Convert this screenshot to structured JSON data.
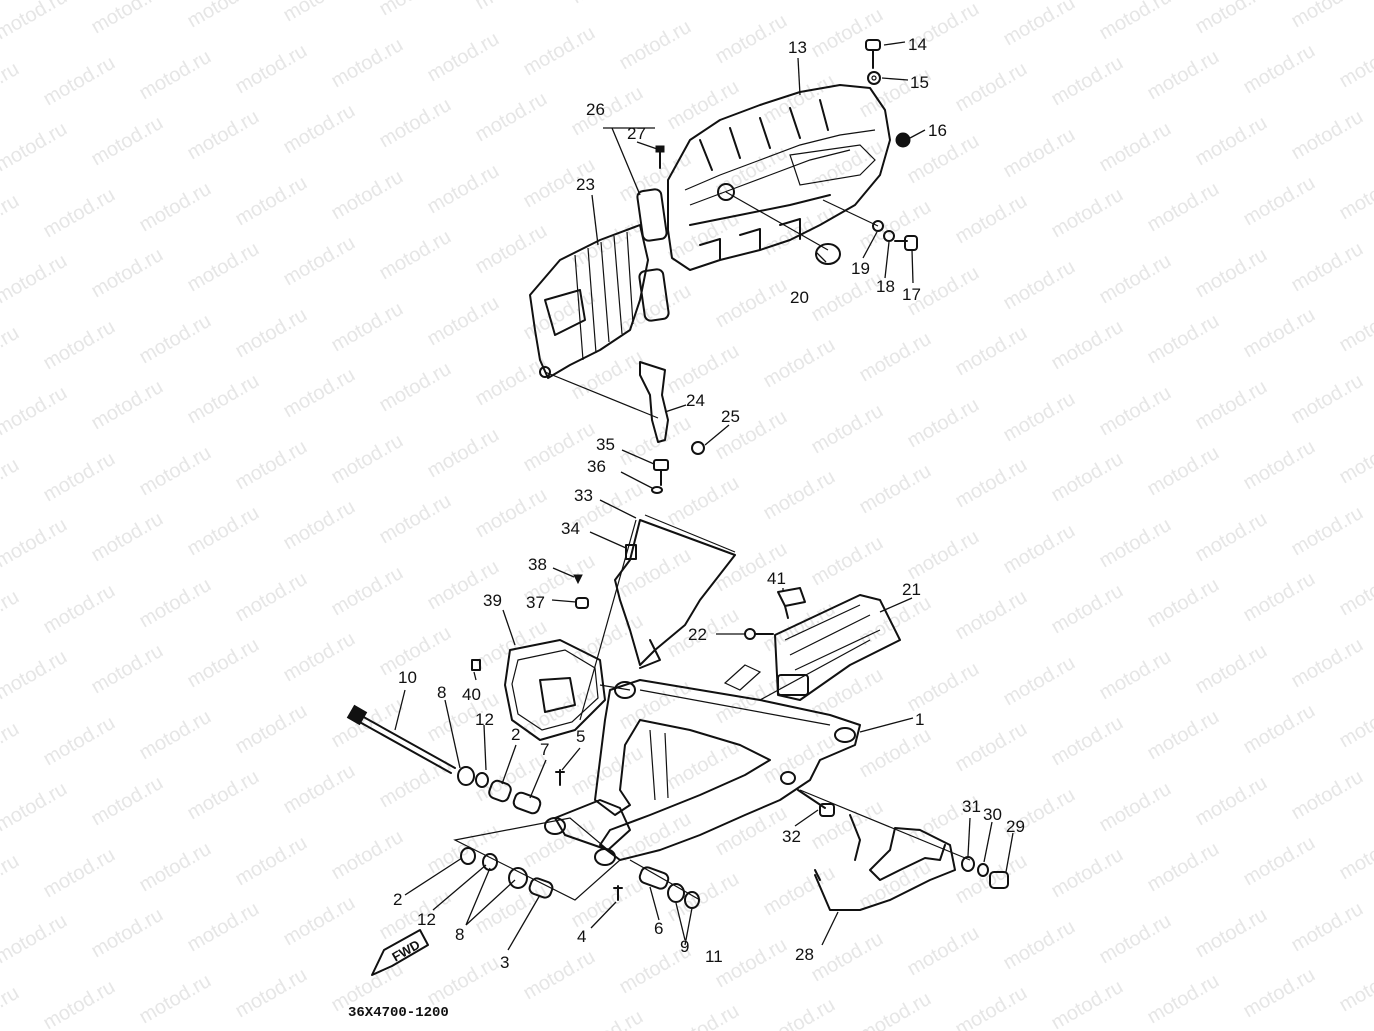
{
  "diagram": {
    "watermark_text": "motod.ru",
    "drawing_code": "36X4700-1200",
    "fwd_label": "FWD",
    "callouts": [
      {
        "id": "c1",
        "label": "1"
      },
      {
        "id": "c2a",
        "label": "2"
      },
      {
        "id": "c2b",
        "label": "2"
      },
      {
        "id": "c3",
        "label": "3"
      },
      {
        "id": "c4",
        "label": "4"
      },
      {
        "id": "c5",
        "label": "5"
      },
      {
        "id": "c6",
        "label": "6"
      },
      {
        "id": "c7",
        "label": "7"
      },
      {
        "id": "c8a",
        "label": "8"
      },
      {
        "id": "c8b",
        "label": "8"
      },
      {
        "id": "c9",
        "label": "9"
      },
      {
        "id": "c10",
        "label": "10"
      },
      {
        "id": "c11",
        "label": "11"
      },
      {
        "id": "c12a",
        "label": "12"
      },
      {
        "id": "c12b",
        "label": "12"
      },
      {
        "id": "c13",
        "label": "13"
      },
      {
        "id": "c14",
        "label": "14"
      },
      {
        "id": "c15",
        "label": "15"
      },
      {
        "id": "c16",
        "label": "16"
      },
      {
        "id": "c17",
        "label": "17"
      },
      {
        "id": "c18",
        "label": "18"
      },
      {
        "id": "c19",
        "label": "19"
      },
      {
        "id": "c20",
        "label": "20"
      },
      {
        "id": "c21",
        "label": "21"
      },
      {
        "id": "c22",
        "label": "22"
      },
      {
        "id": "c23",
        "label": "23"
      },
      {
        "id": "c24",
        "label": "24"
      },
      {
        "id": "c25",
        "label": "25"
      },
      {
        "id": "c26",
        "label": "26"
      },
      {
        "id": "c27",
        "label": "27"
      },
      {
        "id": "c28",
        "label": "28"
      },
      {
        "id": "c29",
        "label": "29"
      },
      {
        "id": "c30",
        "label": "30"
      },
      {
        "id": "c31",
        "label": "31"
      },
      {
        "id": "c32",
        "label": "32"
      },
      {
        "id": "c33",
        "label": "33"
      },
      {
        "id": "c34",
        "label": "34"
      },
      {
        "id": "c35",
        "label": "35"
      },
      {
        "id": "c36",
        "label": "36"
      },
      {
        "id": "c37",
        "label": "37"
      },
      {
        "id": "c38",
        "label": "38"
      },
      {
        "id": "c39",
        "label": "39"
      },
      {
        "id": "c40",
        "label": "40"
      },
      {
        "id": "c41",
        "label": "41"
      }
    ]
  }
}
